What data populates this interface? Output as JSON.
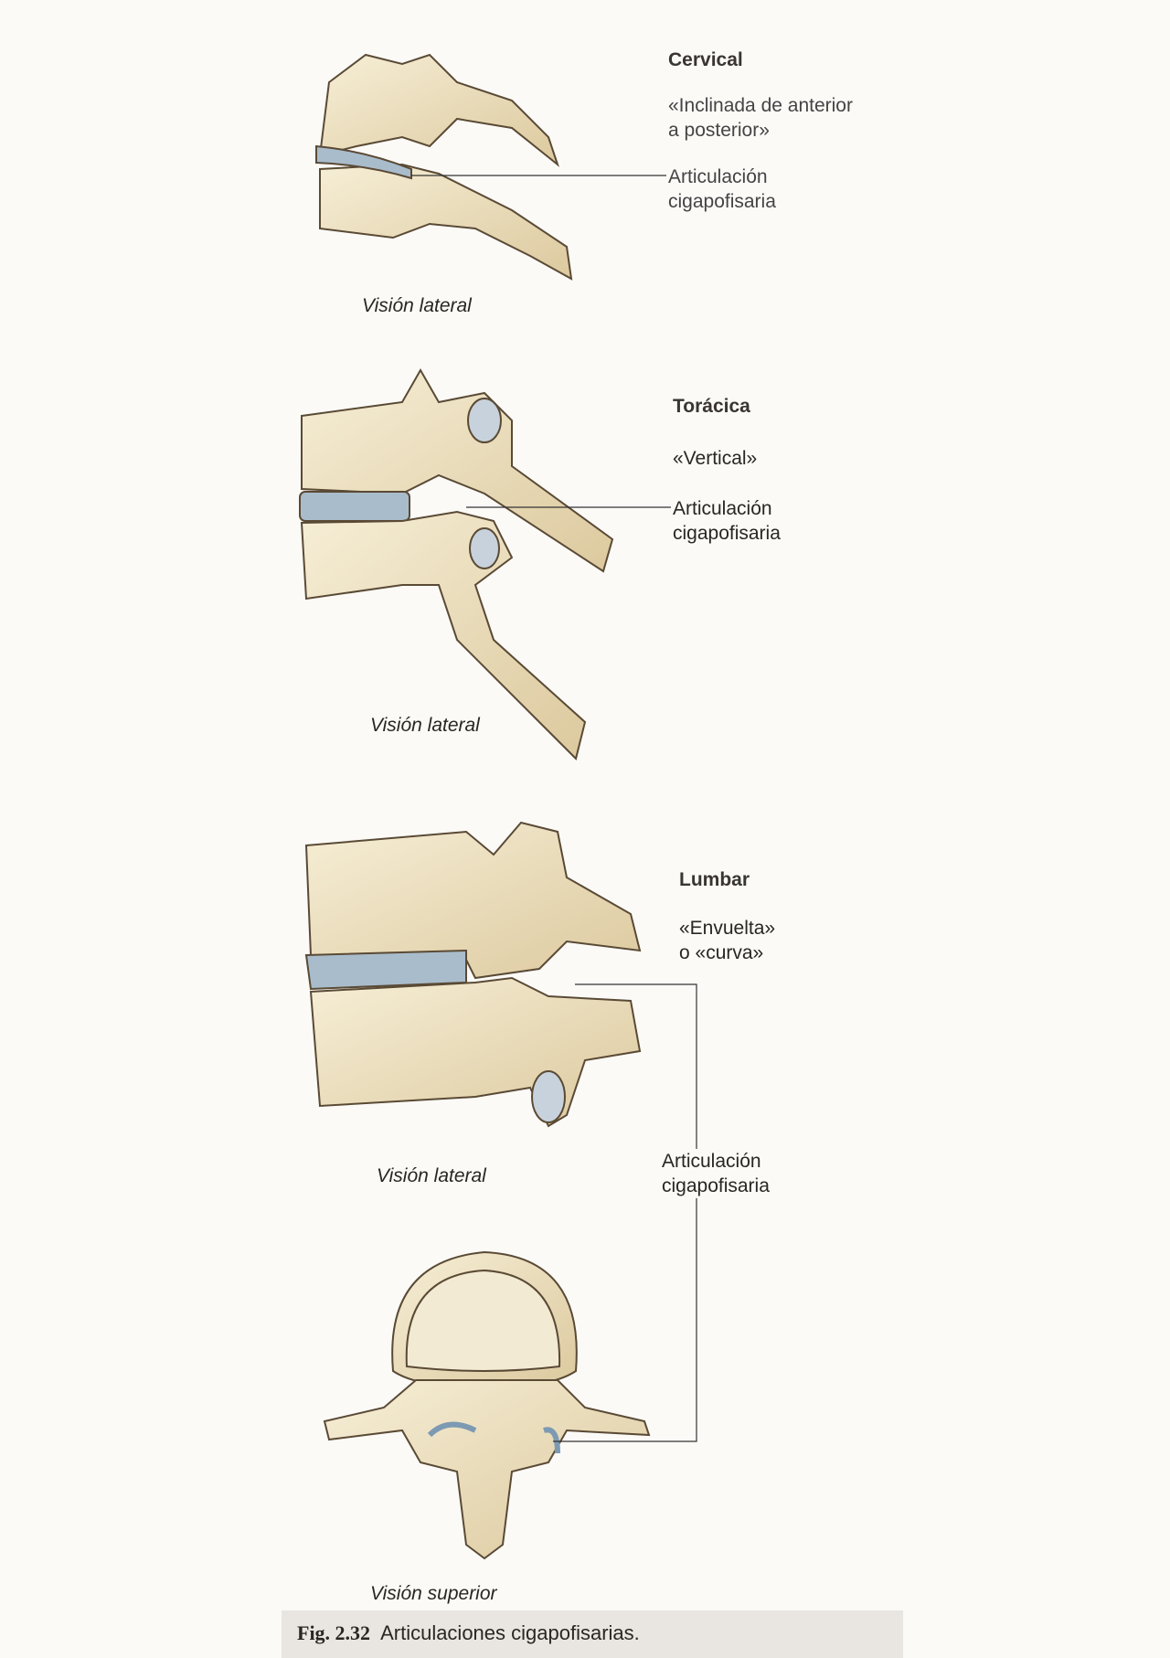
{
  "cervical": {
    "title": "Cervical",
    "orientation_line1": "«Inclinada de anterior",
    "orientation_line2": "a posterior»",
    "joint_line1": "Articulación",
    "joint_line2": "cigapofisaria",
    "view": "Visión lateral"
  },
  "thoracic": {
    "title": "Torácica",
    "orientation": "«Vertical»",
    "joint_line1": "Articulación",
    "joint_line2": "cigapofisaria",
    "view": "Visión lateral"
  },
  "lumbar": {
    "title": "Lumbar",
    "orientation_line1": "«Envuelta»",
    "orientation_line2": "o «curva»",
    "joint_line1": "Articulación",
    "joint_line2": "cigapofisaria",
    "view_lateral": "Visión lateral",
    "view_superior": "Visión superior"
  },
  "caption": {
    "fig": "Fig. 2.32",
    "text": "Articulaciones cigapofisarias."
  },
  "colors": {
    "bone": "#efe3c4",
    "bone_shade": "#d9c79d",
    "disc": "#a9bccb",
    "outline": "#5a4a35"
  }
}
